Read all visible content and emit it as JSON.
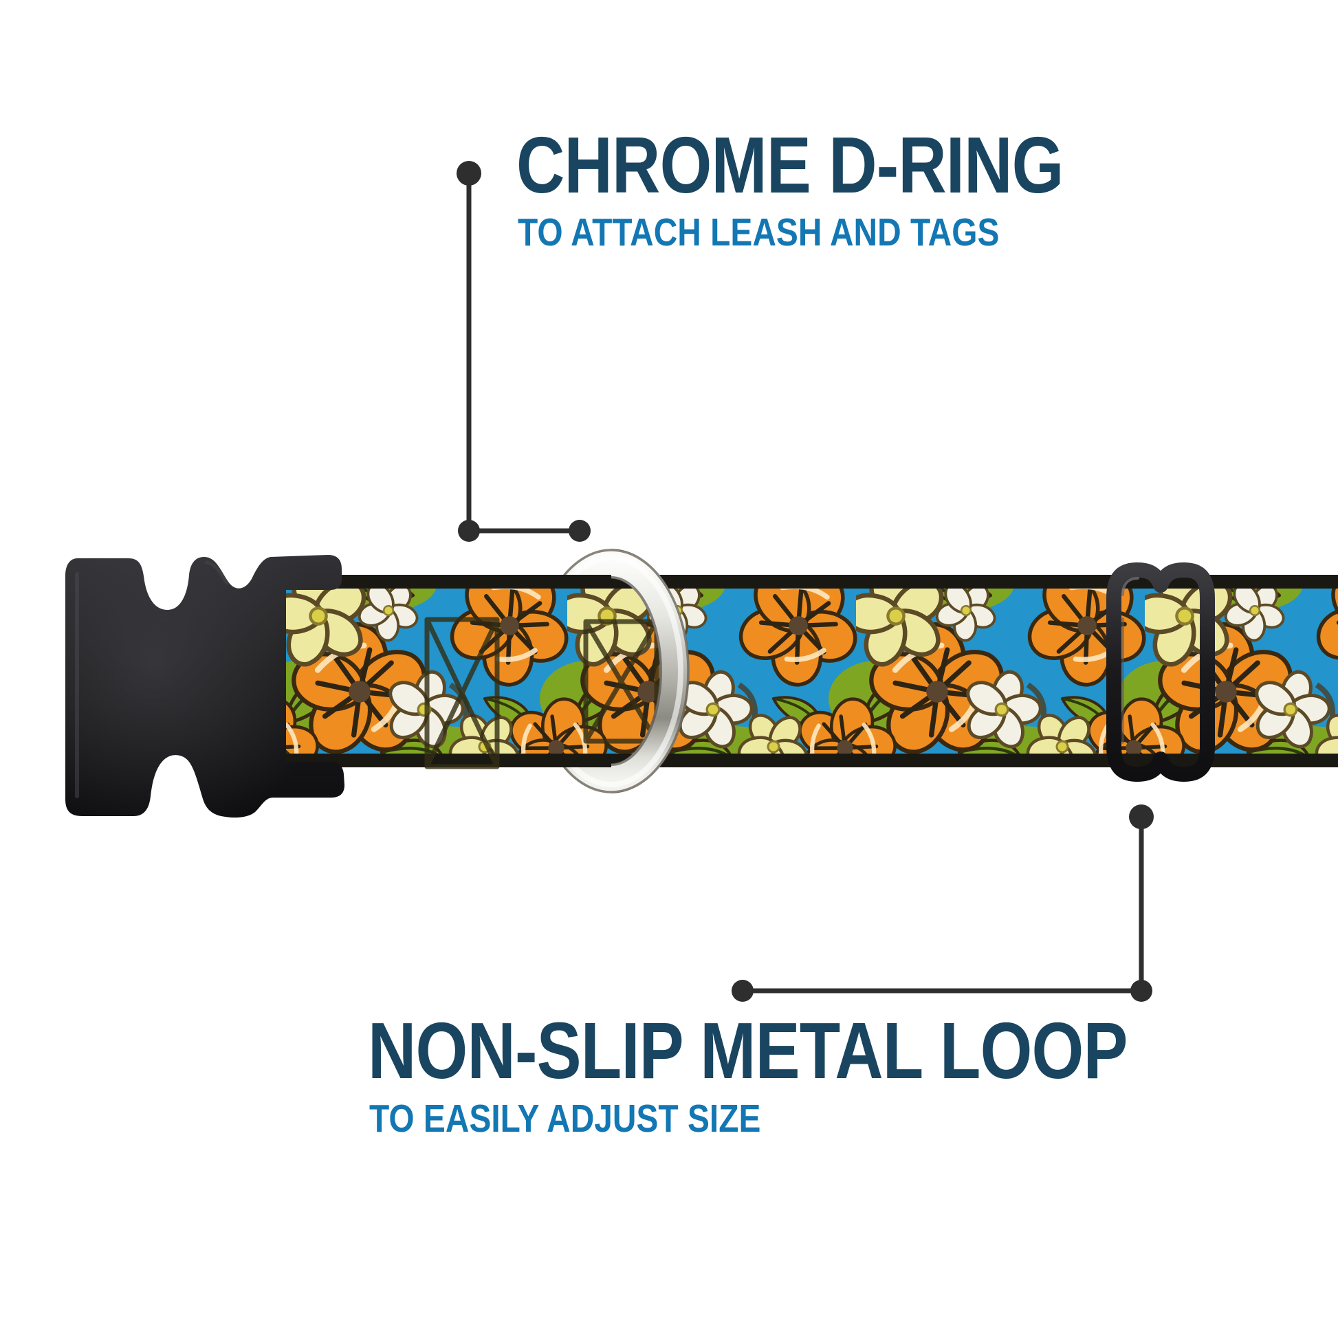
{
  "image_type": "annotated product photo of a dog collar",
  "callouts": [
    {
      "title": "CHROME D-RING",
      "subtitle": "TO ATTACH LEASH AND TAGS",
      "points_to": "chrome d-ring on collar"
    },
    {
      "title": "NON-SLIP METAL LOOP",
      "subtitle": "TO EASILY ADJUST SIZE",
      "points_to": "slider loop on collar"
    }
  ],
  "product_parts": [
    "side-release-buckle",
    "floral-patterned-webbing",
    "chrome-d-ring",
    "adjuster-slider-loop"
  ],
  "colors": {
    "background": "#FFFFFF",
    "title_navy": "#1A4560",
    "subtitle_blue": "#1377B3",
    "callout_line": "#2E2E2E",
    "webbing_blue": "#2394CC",
    "hibiscus_orange": "#EF8D21",
    "leaf_green": "#82A823",
    "flower_pale_yellow": "#EDE9A0",
    "flower_white": "#F3F1E6",
    "pattern_outline_brown": "#3A2810",
    "hardware_black": "#1B1B1D",
    "chrome_silver": "#D9D9D4",
    "webbing_edge": "#1A1812"
  }
}
